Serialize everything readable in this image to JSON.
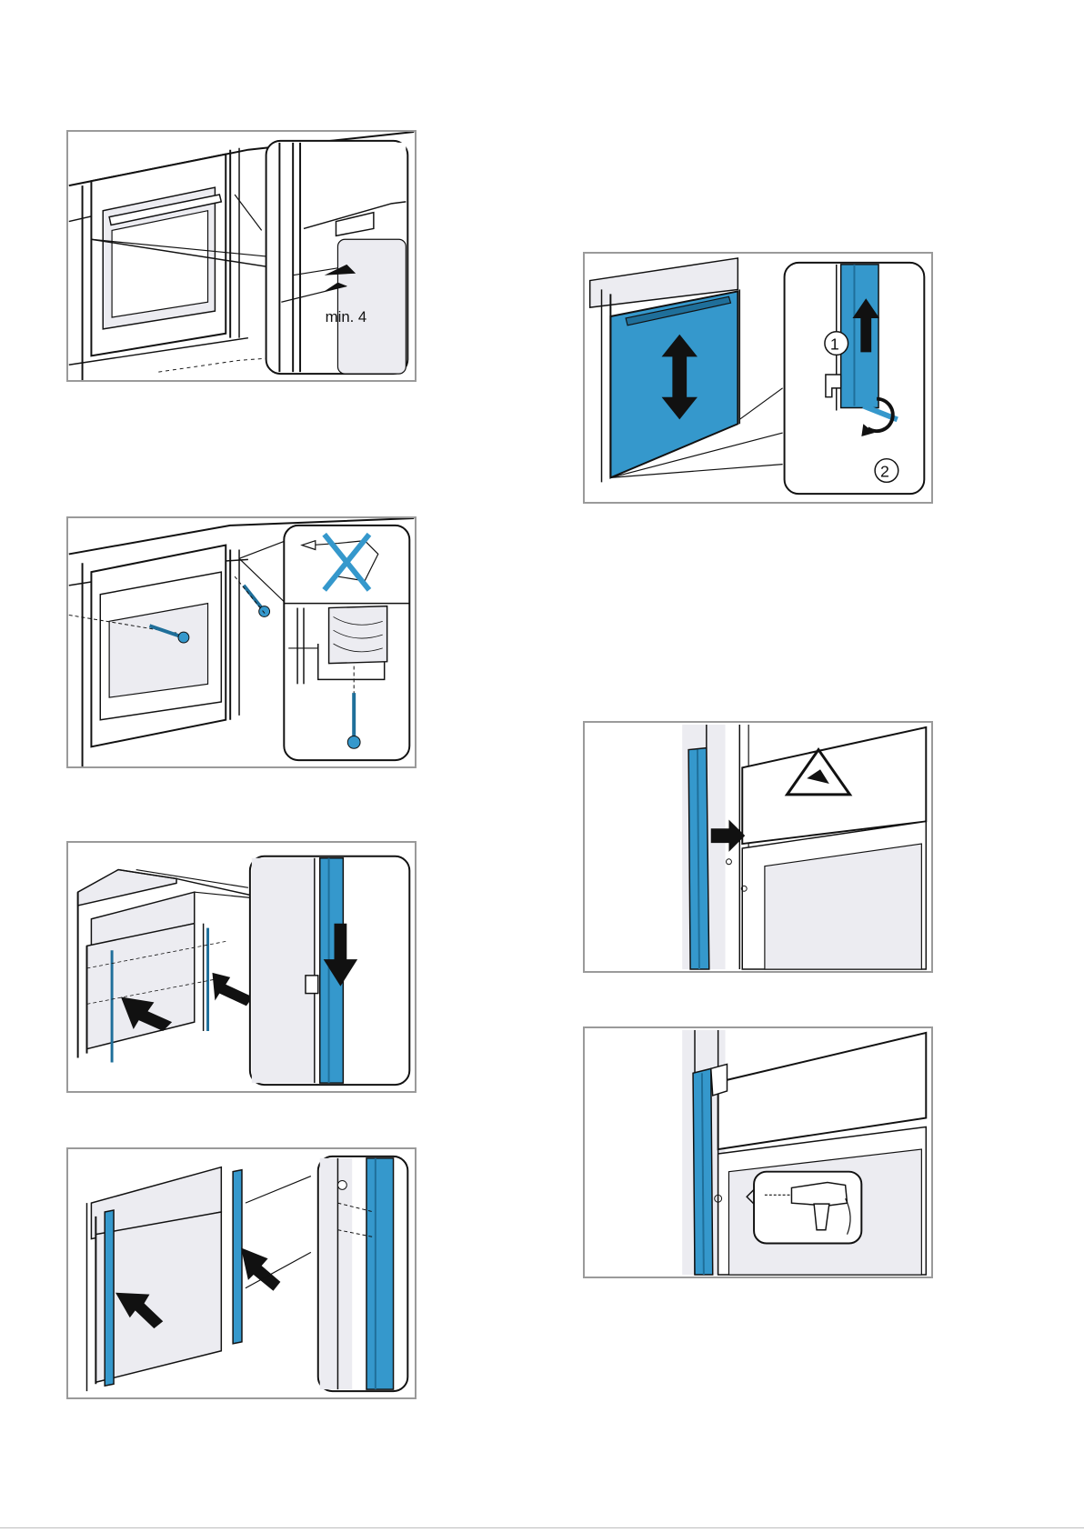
{
  "panels": {
    "p1": {
      "name": "install-gap-illustration",
      "label": "min. 4"
    },
    "p2": {
      "name": "screw-fixing-illustration"
    },
    "p3": {
      "name": "side-strip-attach-illustration"
    },
    "p4": {
      "name": "side-strip-push-illustration"
    },
    "p5": {
      "name": "door-adjust-illustration",
      "step1": "1",
      "step2": "2"
    },
    "p6": {
      "name": "strip-warning-illustration"
    },
    "p7": {
      "name": "strip-drill-illustration"
    }
  },
  "colors": {
    "accent": "#3598cc",
    "accent_dark": "#1f6f9a",
    "line": "#111111",
    "fill_grey": "#ececf1",
    "frame": "#9a9a9a"
  }
}
